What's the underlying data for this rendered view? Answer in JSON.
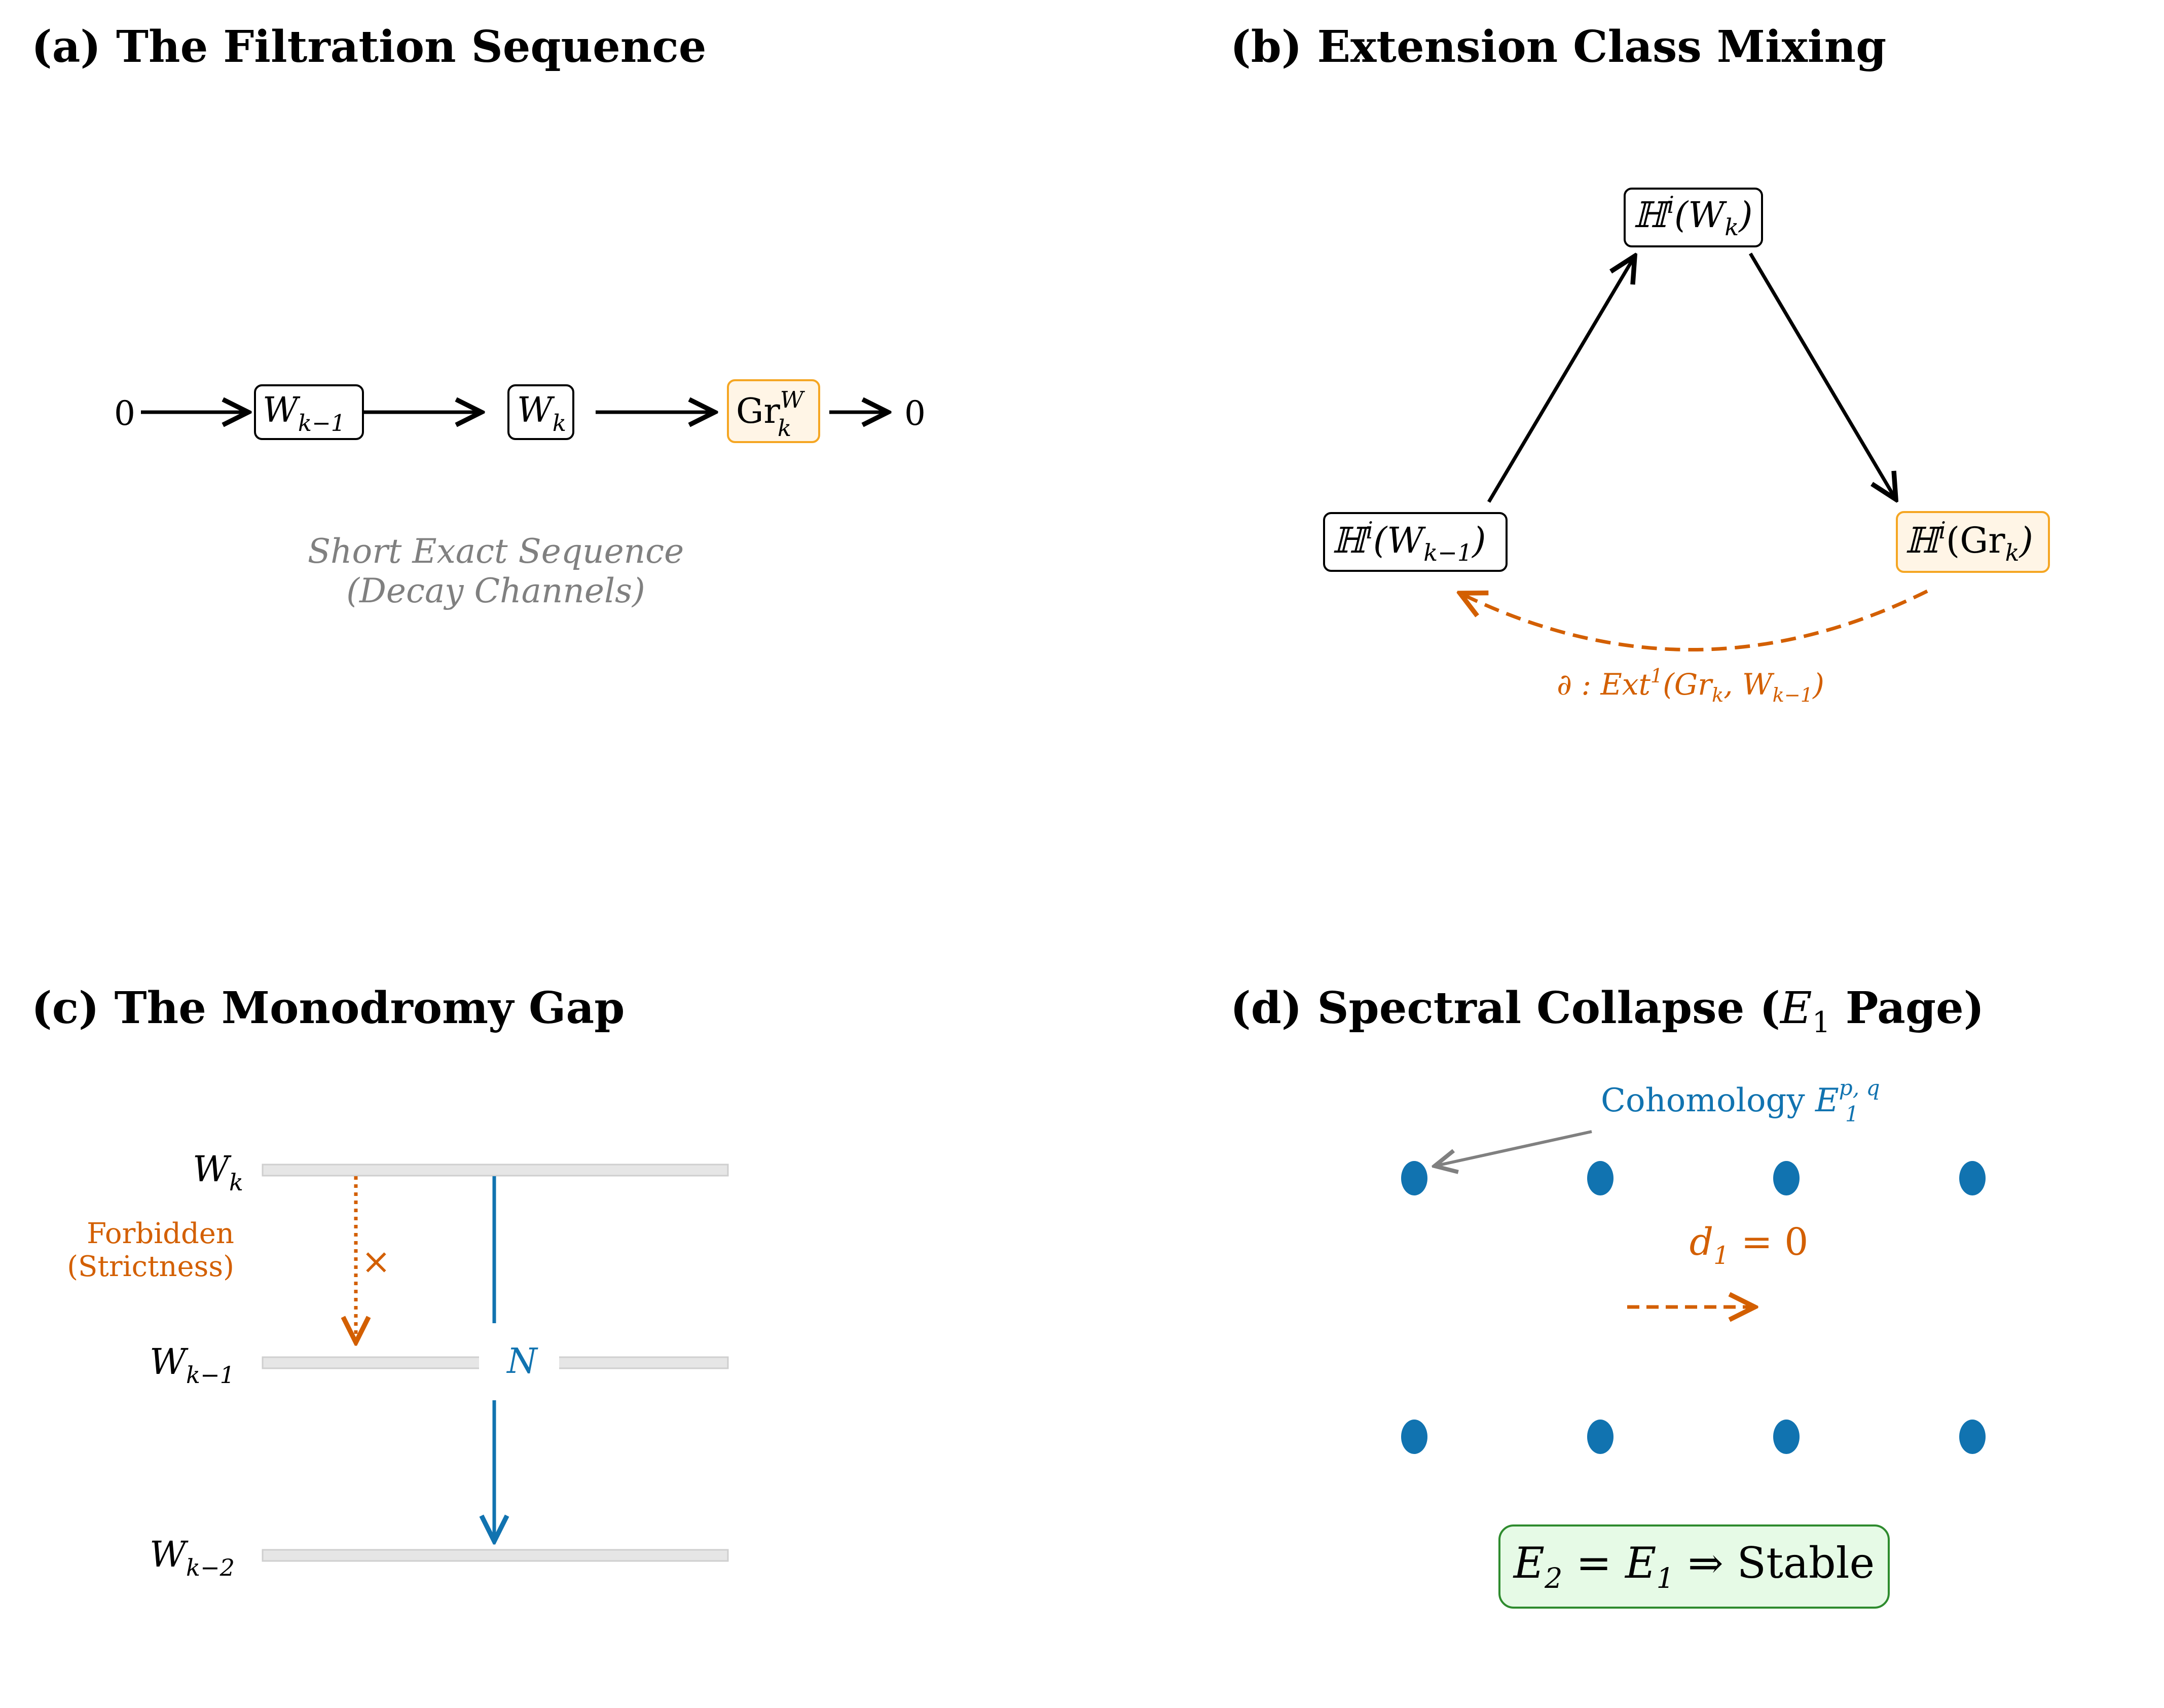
{
  "colors": {
    "accent_orange": "#d35f00",
    "accent_blue": "#1173b0",
    "highlight_fill": "#fff5e6",
    "highlight_border": "#f5a623",
    "stable_fill": "#e6fae6",
    "stable_border": "#2e8b2e",
    "level_line": "#d9d9d9"
  },
  "panel_a": {
    "title": "(a) The Filtration Sequence",
    "zero_left": "0",
    "zero_right": "0",
    "node_wk1": {
      "base": "W",
      "sub": "k−1"
    },
    "node_wk": {
      "base": "W",
      "sub": "k"
    },
    "node_gr": {
      "base": "Gr",
      "sup": "W",
      "sub": "k"
    },
    "caption_line1": "Short Exact Sequence",
    "caption_line2": "(Decay Channels)"
  },
  "panel_b": {
    "title": "(b) Extension Class Mixing",
    "top_node": {
      "op": "ℍ",
      "sup": "i",
      "open": "(W",
      "sub": "k",
      "close": ")"
    },
    "left_node": {
      "op": "ℍ",
      "sup": "i",
      "open": "(W",
      "sub": "k−1",
      "close": ")"
    },
    "right_node": {
      "op": "ℍ",
      "sup": "i",
      "open": "(Gr",
      "sub": "k",
      "close": ")"
    },
    "boundary_label": {
      "pre": "∂ : Ext",
      "sup": "1",
      "mid": "(Gr",
      "sub1": "k",
      "comma": ", W",
      "sub2": "k−1",
      "close": ")"
    }
  },
  "panel_c": {
    "title": "(c) The Monodromy Gap",
    "levels": [
      {
        "base": "W",
        "sub": "k"
      },
      {
        "base": "W",
        "sub": "k−1"
      },
      {
        "base": "W",
        "sub": "k−2"
      }
    ],
    "forbidden_line1": "Forbidden",
    "forbidden_line2": "(Strictness)",
    "cross_mark": "×",
    "operator_label": "N"
  },
  "panel_d": {
    "title_prefix": "(d) Spectral Collapse (",
    "title_math_base": "E",
    "title_math_sub": "1",
    "title_suffix": " Page)",
    "cohomology_text": "Cohomology ",
    "cohomology_base": "E",
    "cohomology_sub": "1",
    "cohomology_sup": "p, q",
    "differential_base": "d",
    "differential_sub": "1",
    "differential_rest": " = 0",
    "stable_e2": "E",
    "stable_e2_sub": "2",
    "stable_mid": " = ",
    "stable_e1": "E",
    "stable_e1_sub": "1",
    "stable_end": " ⇒ Stable",
    "grid_rows": 2,
    "grid_cols": 4
  }
}
